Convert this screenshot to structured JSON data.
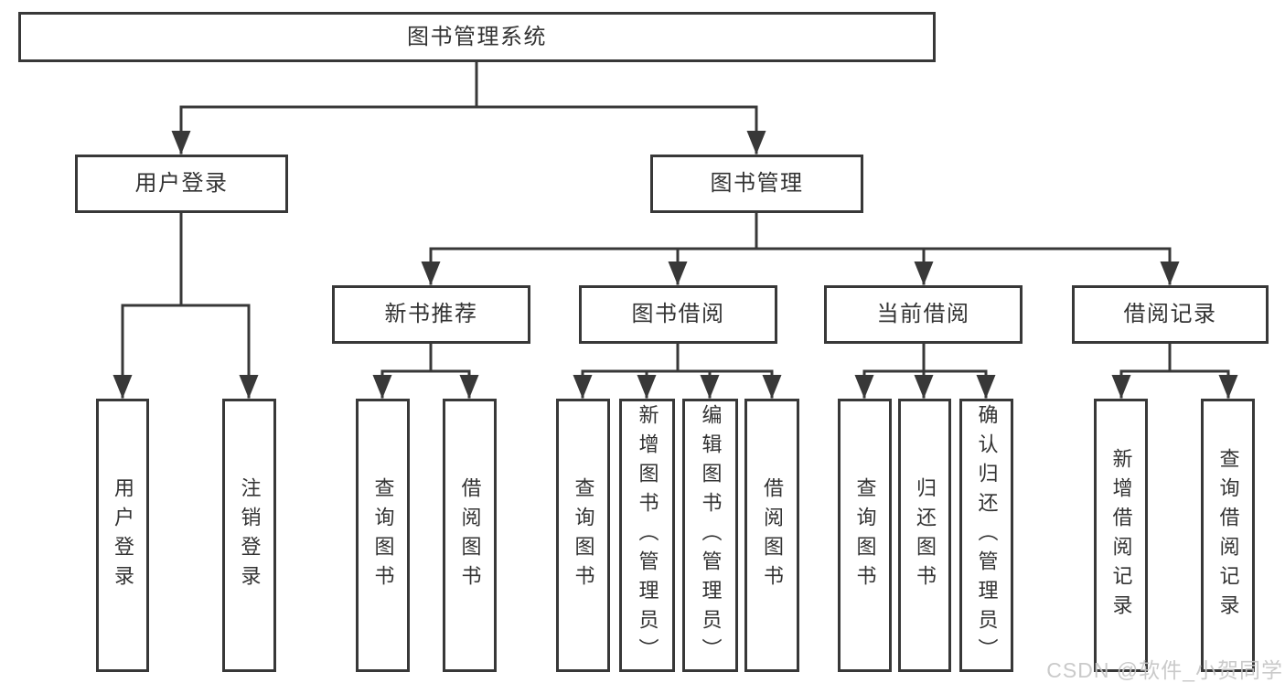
{
  "tree": {
    "root": {
      "label": "图书管理系统"
    },
    "branches": [
      {
        "label": "用户登录",
        "children": [
          {
            "label": "用户登录"
          },
          {
            "label": "注销登录"
          }
        ]
      },
      {
        "label": "图书管理",
        "children": [
          {
            "label": "新书推荐",
            "children": [
              {
                "label": "查询图书"
              },
              {
                "label": "借阅图书"
              }
            ]
          },
          {
            "label": "图书借阅",
            "children": [
              {
                "label": "查询图书"
              },
              {
                "label": "新增图书（管理员）"
              },
              {
                "label": "编辑图书（管理员）"
              },
              {
                "label": "借阅图书"
              }
            ]
          },
          {
            "label": "当前借阅",
            "children": [
              {
                "label": "查询图书"
              },
              {
                "label": "归还图书"
              },
              {
                "label": "确认归还（管理员）"
              }
            ]
          },
          {
            "label": "借阅记录",
            "children": [
              {
                "label": "新增借阅记录"
              },
              {
                "label": "查询借阅记录"
              }
            ]
          }
        ]
      }
    ]
  },
  "watermark": {
    "text": "CSDN @软件_小贺同学"
  },
  "colors": {
    "line": "#383838",
    "text": "#333333",
    "box_background": "#ffffff",
    "page_background": "#ffffff",
    "watermark": "#c5c5c5"
  }
}
